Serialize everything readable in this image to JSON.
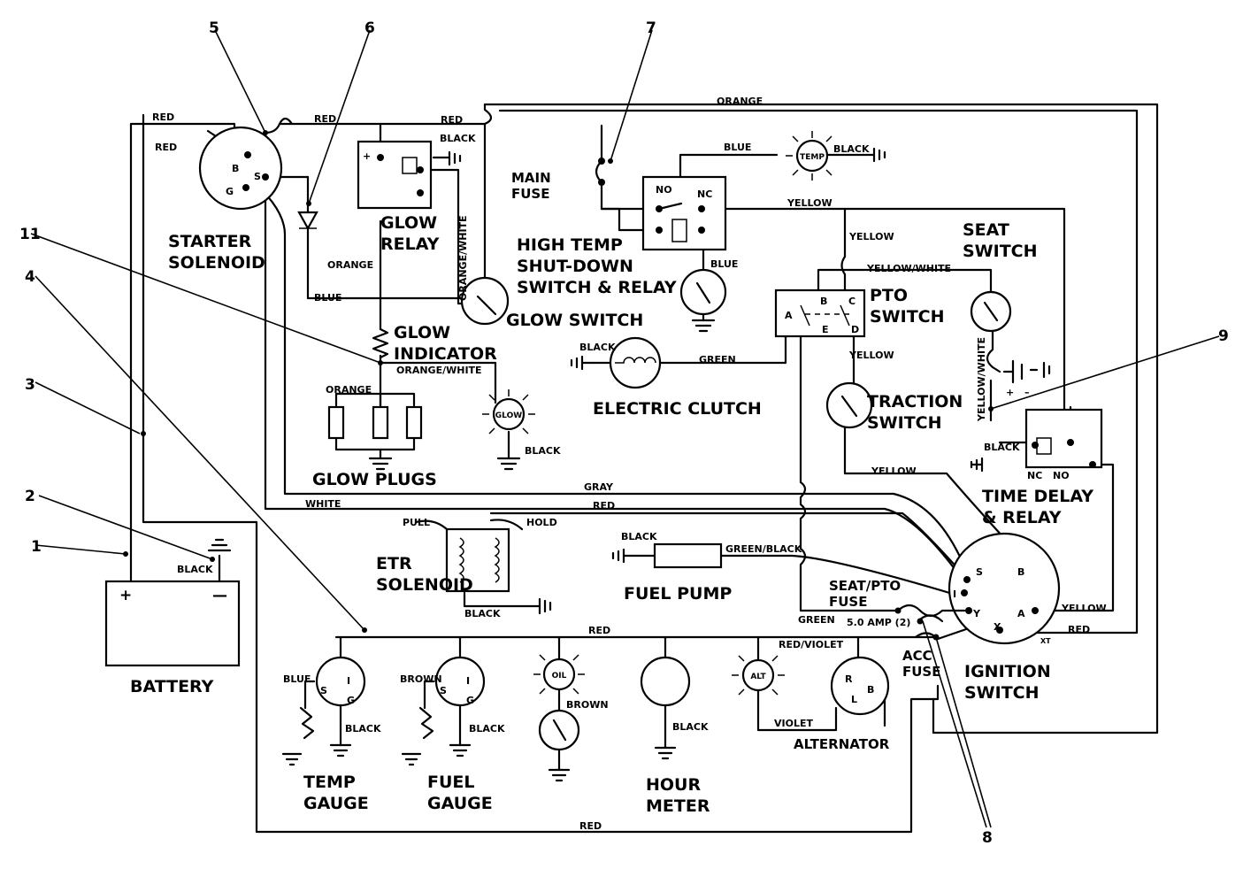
{
  "components": {
    "starter_solenoid": "STARTER\nSOLENOID",
    "glow_relay": "GLOW\nRELAY",
    "main_fuse": "MAIN\nFUSE",
    "high_temp": "HIGH TEMP\nSHUT-DOWN\nSWITCH & RELAY",
    "seat_switch": "SEAT\nSWITCH",
    "glow_switch": "GLOW SWITCH",
    "pto_switch": "PTO\nSWITCH",
    "glow_indicator": "GLOW\nINDICATOR",
    "electric_clutch": "ELECTRIC CLUTCH",
    "traction_switch": "TRACTION\nSWITCH",
    "glow_plugs": "GLOW  PLUGS",
    "time_delay": "TIME DELAY\n& RELAY",
    "etr_solenoid": "ETR\nSOLENOID",
    "fuel_pump": "FUEL PUMP",
    "seat_pto_fuse": "SEAT/PTO\nFUSE",
    "acc_fuse": "ACC\nFUSE",
    "ignition_switch": "IGNITION\nSWITCH",
    "battery": "BATTERY",
    "temp_gauge": "TEMP\nGAUGE",
    "fuel_gauge": "FUEL\nGAUGE",
    "hour_meter": "HOUR\nMETER",
    "alternator": "ALTERNATOR"
  },
  "wire_labels": {
    "red_top_left": "RED",
    "red_solenoid": "RED",
    "red_top_mid": "RED",
    "red_top_right": "RED",
    "orange_top": "ORANGE",
    "black_relay": "BLACK",
    "blue_temp": "BLUE",
    "black_temp": "BLACK",
    "yellow_temp": "YELLOW",
    "orange_relay": "ORANGE",
    "orange_white_relay": "ORANGE/WHITE",
    "blue_left": "BLUE",
    "blue_hts": "BLUE",
    "yellow_right": "YELLOW",
    "yellow_white_top": "YELLOW/WHITE",
    "orange_white_indicator": "ORANGE/WHITE",
    "black_clutch": "BLACK",
    "green_clutch": "GREEN",
    "yellow_pto": "YELLOW",
    "orange_plugs": "ORANGE",
    "black_glow": "BLACK",
    "yellow_white_seat": "YELLOW/WHITE",
    "black_tdr": "BLACK",
    "yellow_traction": "YELLOW",
    "gray": "GRAY",
    "white": "WHITE",
    "red_ign": "RED",
    "pull": "PULL",
    "hold": "HOLD",
    "black_fp": "BLACK",
    "green_black": "GREEN/BLACK",
    "black_etr": "BLACK",
    "black_batt": "BLACK",
    "green_fuse": "GREEN",
    "amp": "5.0 AMP (2)",
    "yellow_a": "YELLOW",
    "red_x": "RED",
    "red_bus": "RED",
    "red_violet": "RED/VIOLET",
    "blue_tg": "BLUE",
    "brown_fg": "BROWN",
    "brown_oil": "BROWN",
    "black_tg": "BLACK",
    "black_fg": "BLACK",
    "black_hm": "BLACK",
    "violet": "VIOLET",
    "red_bottom": "RED"
  },
  "terminals": {
    "b": "B",
    "s": "S",
    "g": "G",
    "plus": "+",
    "no": "NO",
    "nc": "NC",
    "pto_a": "A",
    "pto_b": "B",
    "pto_c": "C",
    "pto_d": "D",
    "pto_e": "E",
    "tdr_nc": "NC",
    "tdr_no": "NO",
    "ign_s": "S",
    "ign_b": "B",
    "ign_i": "I",
    "ign_y": "Y",
    "ign_a": "A",
    "ign_x": "X",
    "ign_xt": "XT",
    "bat_plus": "+",
    "bat_minus": "—",
    "tg_s": "S",
    "tg_i": "I",
    "tg_g": "G",
    "fg_s": "S",
    "fg_i": "I",
    "fg_g": "G",
    "alt_r": "R",
    "alt_l": "L",
    "alt_b": "B",
    "seat_plus": "+",
    "seat_minus": "–"
  },
  "lamps": {
    "temp": "TEMP",
    "glow": "GLOW",
    "oil": "OIL",
    "alt": "ALT"
  },
  "callouts": [
    "1",
    "2",
    "3",
    "4",
    "5",
    "6",
    "7",
    "8",
    "9",
    "11"
  ]
}
